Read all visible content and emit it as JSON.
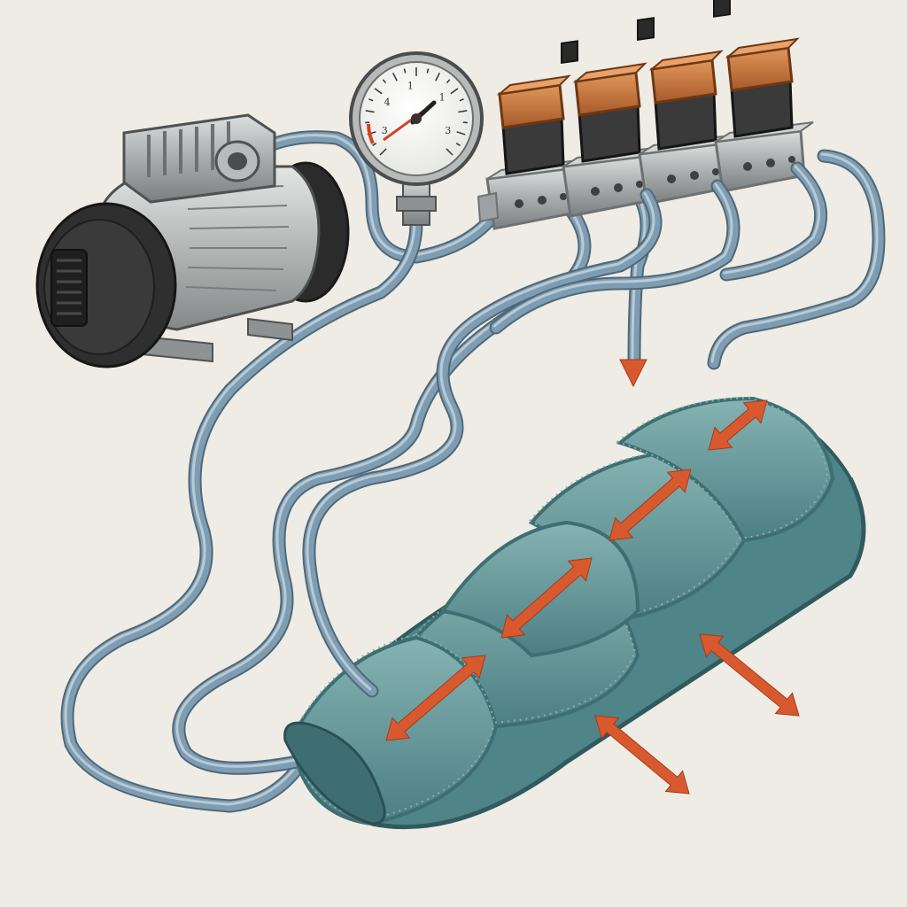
{
  "colors": {
    "background": "#efece5",
    "tube": "#7f9db2",
    "tube_dark": "#4f6878",
    "tube_light": "#b7cad6",
    "cuff": "#5f9497",
    "cuff_dark": "#3f6e72",
    "cuff_light": "#83b2b1",
    "arrow": "#d9592f",
    "solenoid_cap": "#c8743d",
    "solenoid_body": "#3a3a3a",
    "metal": "#b4b6b6",
    "metal_dark": "#6e7171",
    "motor_dark": "#2d2d2d"
  },
  "gauge": {
    "tick_labels": [
      "3",
      "4",
      "1",
      "1",
      "3"
    ]
  },
  "icons": {
    "compressor": "compressor-motor-icon",
    "gauge": "pressure-gauge-icon",
    "valves": "solenoid-valve-icon",
    "cuff": "compression-sleeve-icon",
    "arrow": "double-arrow-icon",
    "exhaust": "exhaust-arrow-icon"
  }
}
